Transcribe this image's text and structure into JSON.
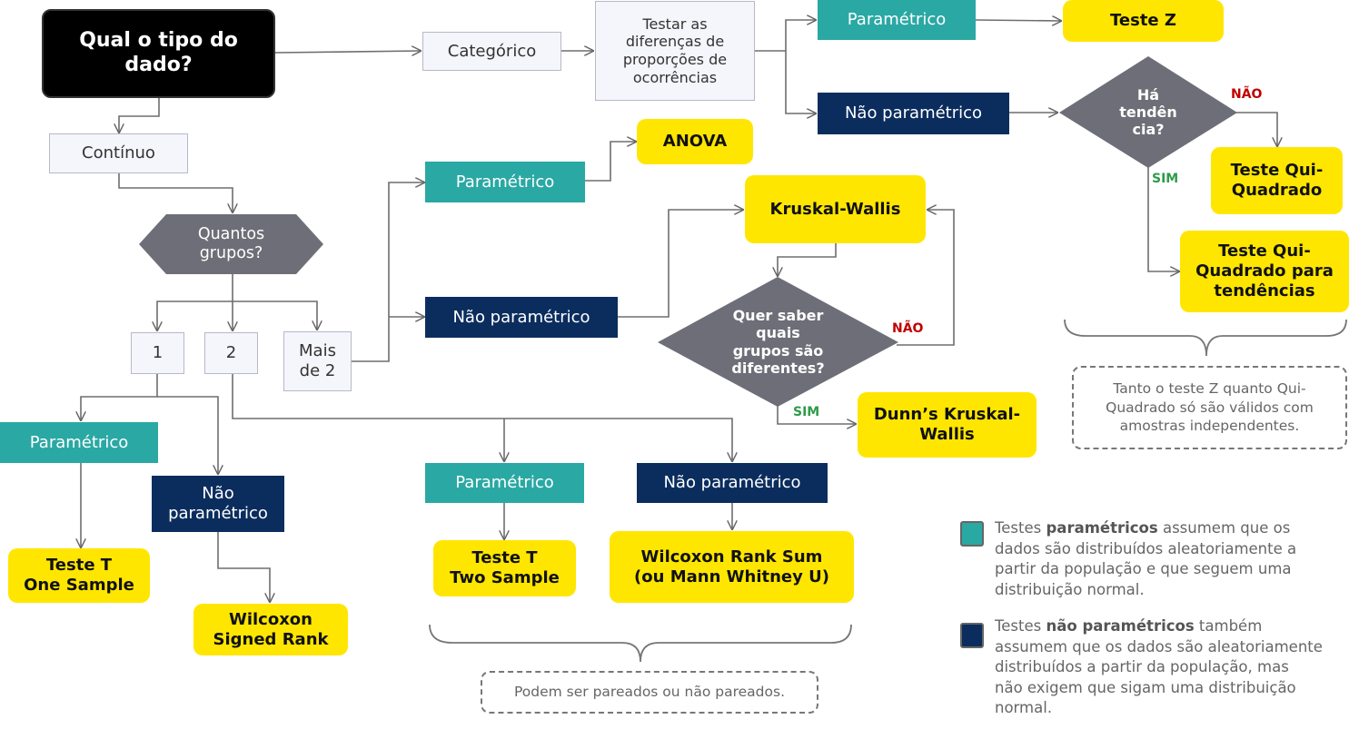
{
  "colors": {
    "parametric": "#2aa8a4",
    "nonparametric": "#0b2d5e",
    "test": "#ffe600",
    "decision": "#6e6e78",
    "start": "#000000"
  },
  "start": "Qual o tipo do dado?",
  "data_types": {
    "categorical": "Categórico",
    "continuous": "Contínuo"
  },
  "proportions_box": "Testar as diferenças de proporções de ocorrências",
  "decisions": {
    "groups": "Quantos\ngrupos?",
    "trend": "Há\ntendên\ncia?",
    "which_groups": "Quer saber\nquais\ngrupos são\ndiferentes?"
  },
  "group_counts": {
    "one": "1",
    "two": "2",
    "more": "Mais\nde 2"
  },
  "method_labels": {
    "parametric": "Paramétrico",
    "nonparametric": "Não paramétrico",
    "nonparametric_wrapped": "Não\nparamétrico"
  },
  "tests": {
    "z": "Teste Z",
    "chi_square": "Teste Qui-\nQuadrado",
    "chi_square_trend": "Teste Qui-\nQuadrado para\ntendências",
    "anova": "ANOVA",
    "kruskal": "Kruskal-Wallis",
    "dunn": "Dunn’s Kruskal-\nWallis",
    "t_one": "Teste T\nOne Sample",
    "wilcoxon_signed": "Wilcoxon\nSigned Rank",
    "t_two": "Teste T\nTwo Sample",
    "wilcoxon_sum": "Wilcoxon Rank Sum\n(ou Mann Whitney U)"
  },
  "answers": {
    "no": "NÃO",
    "yes": "SIM"
  },
  "notes": {
    "independent": "Tanto o teste Z quanto Qui-\nQuadrado só são válidos com\namostras independentes.",
    "paired": "Podem ser pareados ou não pareados."
  },
  "legend": {
    "param_prefix": "Testes ",
    "param_bold": "paramétricos",
    "param_rest": " assumem que os\ndados são distribuídos aleatoriamente a\npartir da população e que seguem uma\ndistribuição normal.",
    "nonparam_prefix": "Testes ",
    "nonparam_bold": "não paramétricos",
    "nonparam_rest": " também\nassumem que os dados são aleatoriamente\ndistribuídos a partir da população, mas\nnão exigem que sigam uma distribuição\nnormal."
  }
}
